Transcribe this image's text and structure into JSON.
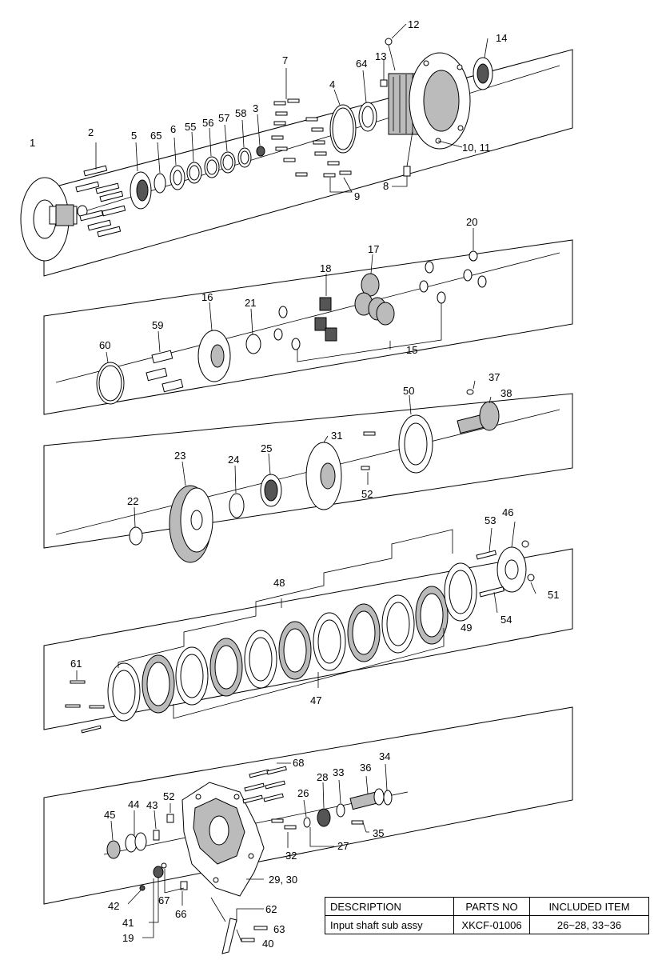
{
  "callouts": {
    "c1": "1",
    "c2": "2",
    "c3": "3",
    "c4": "4",
    "c5": "5",
    "c6": "6",
    "c7": "7",
    "c8": "8",
    "c9": "9",
    "c10_11": "10, 11",
    "c12": "12",
    "c13": "13",
    "c14": "14",
    "c15": "15",
    "c16": "16",
    "c17": "17",
    "c18": "18",
    "c19": "19",
    "c20": "20",
    "c21": "21",
    "c22": "22",
    "c23": "23",
    "c24": "24",
    "c25": "25",
    "c26": "26",
    "c27": "27",
    "c28": "28",
    "c29_30": "29, 30",
    "c31": "31",
    "c32": "32",
    "c33": "33",
    "c34": "34",
    "c35": "35",
    "c36": "36",
    "c37": "37",
    "c38": "38",
    "c40": "40",
    "c41": "41",
    "c42": "42",
    "c43": "43",
    "c44": "44",
    "c45": "45",
    "c46": "46",
    "c47": "47",
    "c48": "48",
    "c49": "49",
    "c50": "50",
    "c51": "51",
    "c52a": "52",
    "c52b": "52",
    "c53": "53",
    "c54": "54",
    "c55": "55",
    "c56": "56",
    "c57": "57",
    "c58": "58",
    "c59": "59",
    "c60": "60",
    "c61": "61",
    "c62": "62",
    "c63": "63",
    "c64": "64",
    "c65": "65",
    "c66": "66",
    "c67": "67",
    "c68": "68"
  },
  "table": {
    "headers": [
      "DESCRIPTION",
      "PARTS NO",
      "INCLUDED ITEM"
    ],
    "row": [
      "Input shaft sub assy",
      "XKCF-01006",
      "26~28, 33~36"
    ]
  }
}
